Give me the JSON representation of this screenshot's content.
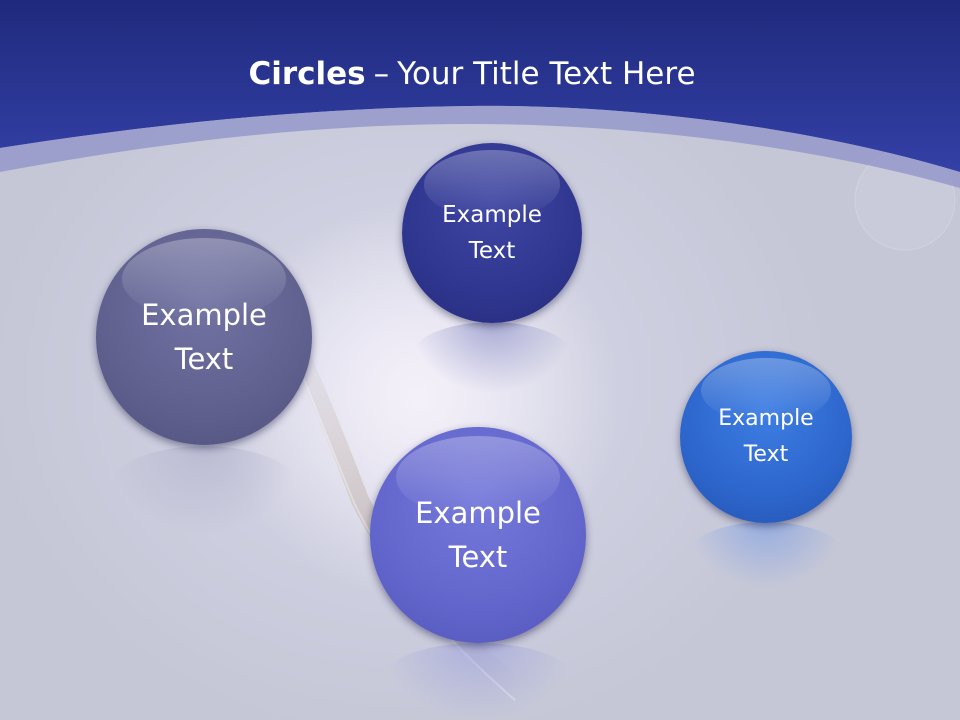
{
  "slide": {
    "title_bold": "Circles",
    "title_separator": "–",
    "title_rest": "Your Title Text Here"
  },
  "circles": [
    {
      "label_line1": "Example",
      "label_line2": "Text"
    },
    {
      "label_line1": "Example",
      "label_line2": "Text"
    },
    {
      "label_line1": "Example",
      "label_line2": "Text"
    },
    {
      "label_line1": "Example",
      "label_line2": "Text"
    }
  ],
  "colors": {
    "header": "#2b3595",
    "circle_slate": "#5f608e",
    "circle_navy": "#2f368f",
    "circle_periwinkle": "#6265cb",
    "circle_blue": "#2d66cc"
  }
}
